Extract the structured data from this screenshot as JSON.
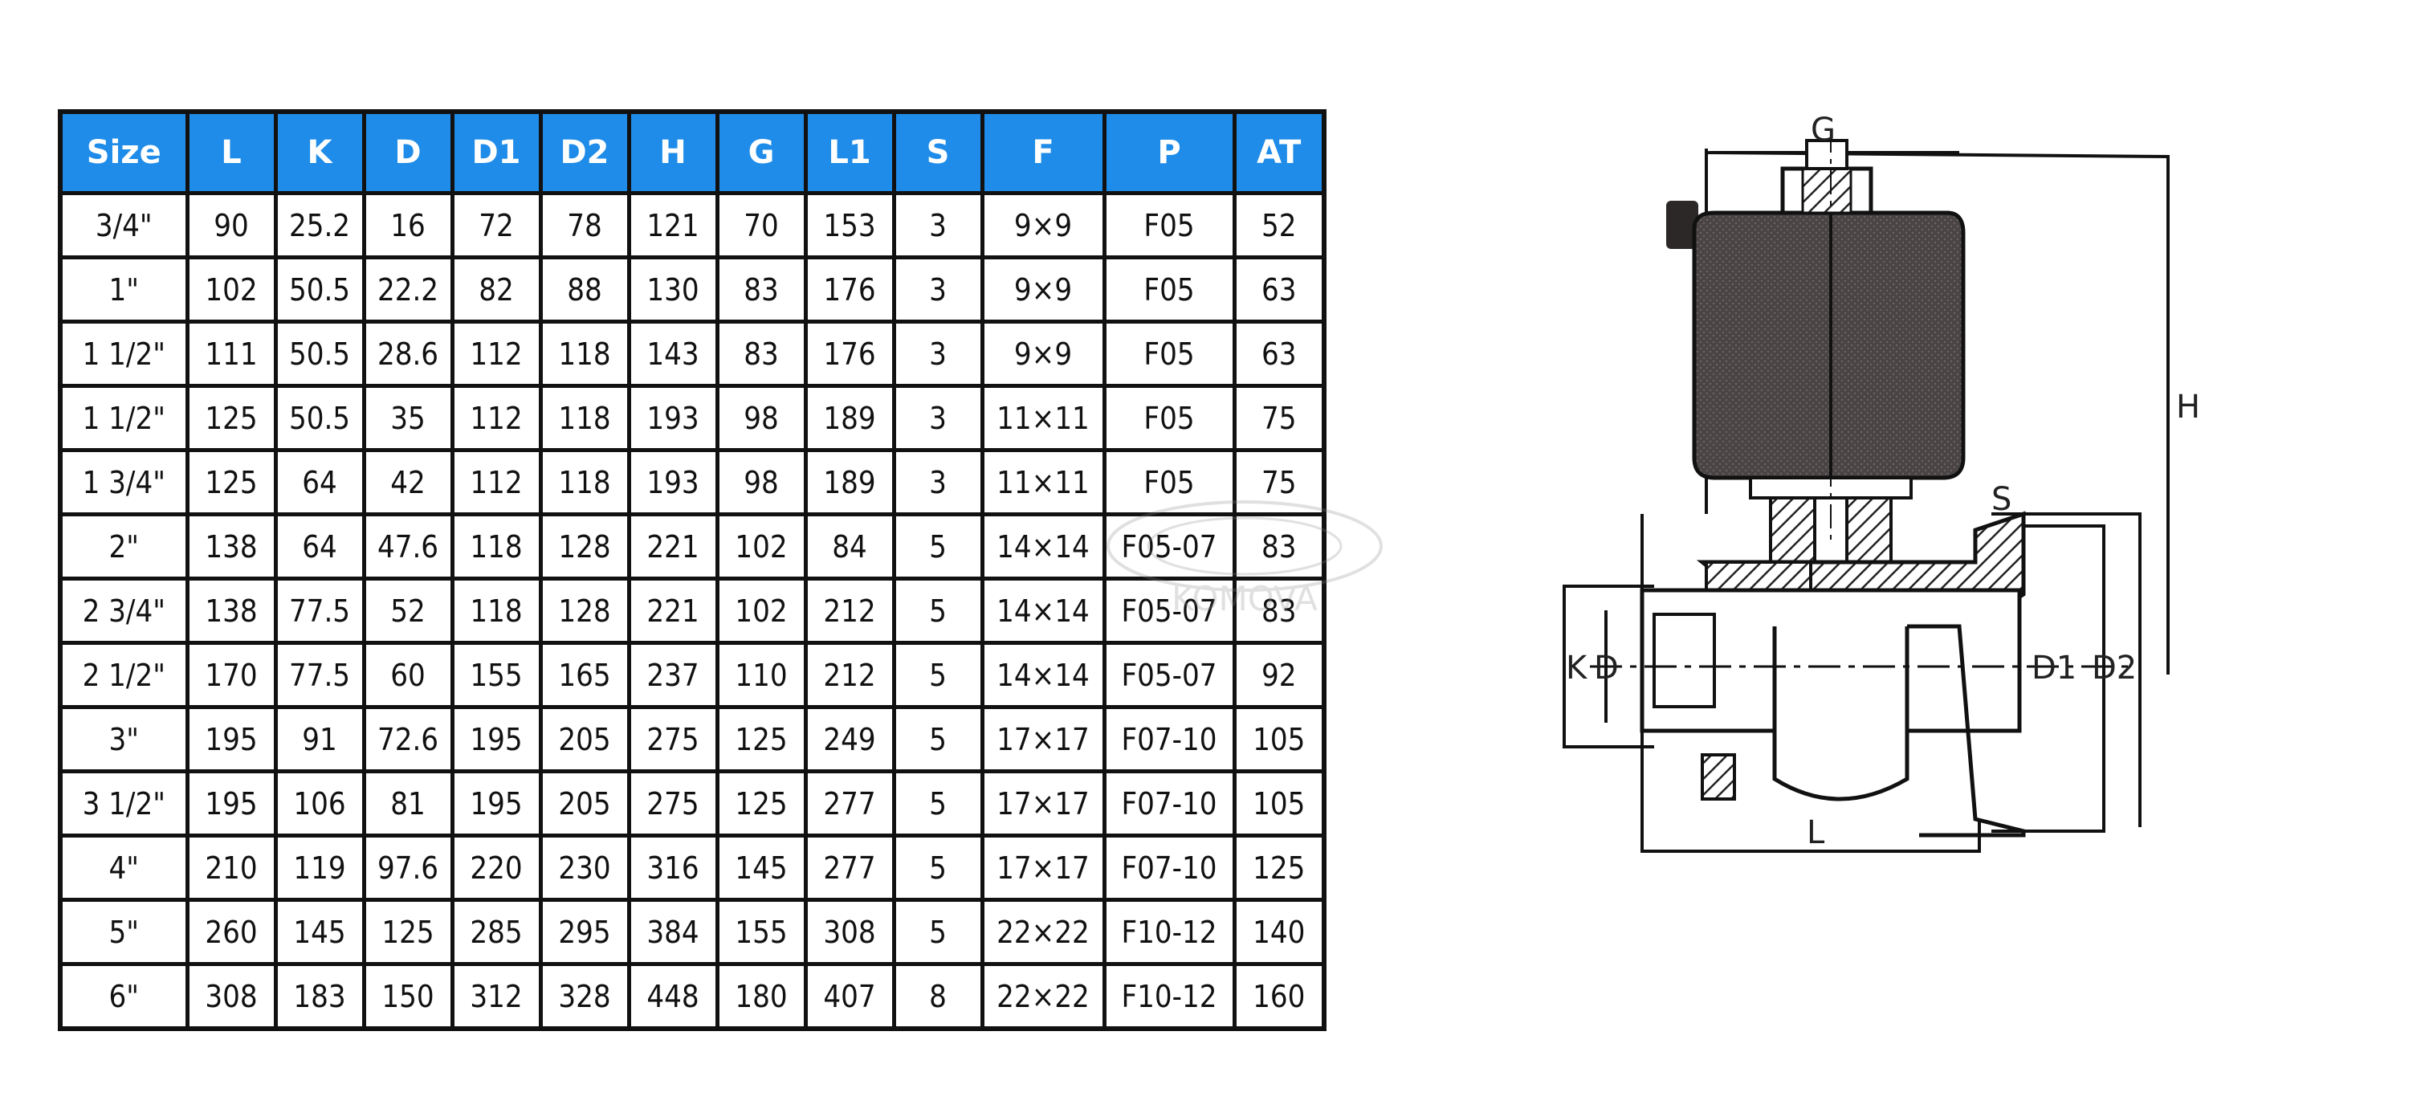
{
  "table": {
    "columns": [
      "Size",
      "L",
      "K",
      "D",
      "D1",
      "D2",
      "H",
      "G",
      "L1",
      "S",
      "F",
      "P",
      "AT"
    ],
    "rows": [
      [
        "3/4\"",
        "90",
        "25.2",
        "16",
        "72",
        "78",
        "121",
        "70",
        "153",
        "3",
        "9×9",
        "F05",
        "52"
      ],
      [
        "1\"",
        "102",
        "50.5",
        "22.2",
        "82",
        "88",
        "130",
        "83",
        "176",
        "3",
        "9×9",
        "F05",
        "63"
      ],
      [
        "1 1/2\"",
        "111",
        "50.5",
        "28.6",
        "112",
        "118",
        "143",
        "83",
        "176",
        "3",
        "9×9",
        "F05",
        "63"
      ],
      [
        "1 1/2\"",
        "125",
        "50.5",
        "35",
        "112",
        "118",
        "193",
        "98",
        "189",
        "3",
        "11×11",
        "F05",
        "75"
      ],
      [
        "1 3/4\"",
        "125",
        "64",
        "42",
        "112",
        "118",
        "193",
        "98",
        "189",
        "3",
        "11×11",
        "F05",
        "75"
      ],
      [
        "2\"",
        "138",
        "64",
        "47.6",
        "118",
        "128",
        "221",
        "102",
        "84",
        "5",
        "14×14",
        "F05-07",
        "83"
      ],
      [
        "2 3/4\"",
        "138",
        "77.5",
        "52",
        "118",
        "128",
        "221",
        "102",
        "212",
        "5",
        "14×14",
        "F05-07",
        "83"
      ],
      [
        "2 1/2\"",
        "170",
        "77.5",
        "60",
        "155",
        "165",
        "237",
        "110",
        "212",
        "5",
        "14×14",
        "F05-07",
        "92"
      ],
      [
        "3\"",
        "195",
        "91",
        "72.6",
        "195",
        "205",
        "275",
        "125",
        "249",
        "5",
        "17×17",
        "F07-10",
        "105"
      ],
      [
        "3 1/2\"",
        "195",
        "106",
        "81",
        "195",
        "205",
        "275",
        "125",
        "277",
        "5",
        "17×17",
        "F07-10",
        "105"
      ],
      [
        "4\"",
        "210",
        "119",
        "97.6",
        "220",
        "230",
        "316",
        "145",
        "277",
        "5",
        "17×17",
        "F07-10",
        "125"
      ],
      [
        "5\"",
        "260",
        "145",
        "125",
        "285",
        "295",
        "384",
        "155",
        "308",
        "5",
        "22×22",
        "F10-12",
        "140"
      ],
      [
        "6\"",
        "308",
        "183",
        "150",
        "312",
        "328",
        "448",
        "180",
        "407",
        "8",
        "22×22",
        "F10-12",
        "160"
      ]
    ]
  },
  "diagram": {
    "labels": {
      "g": "G",
      "h": "H",
      "s": "S",
      "k": "K",
      "d": "D",
      "d1": "D1",
      "d2": "D2",
      "l": "L"
    }
  },
  "watermark": {
    "text": "KOMOVA"
  },
  "colors": {
    "header_bg": "#1e8ce8",
    "header_text": "#ffffff",
    "border": "#111111",
    "actuator_fill": "#4a4444"
  }
}
